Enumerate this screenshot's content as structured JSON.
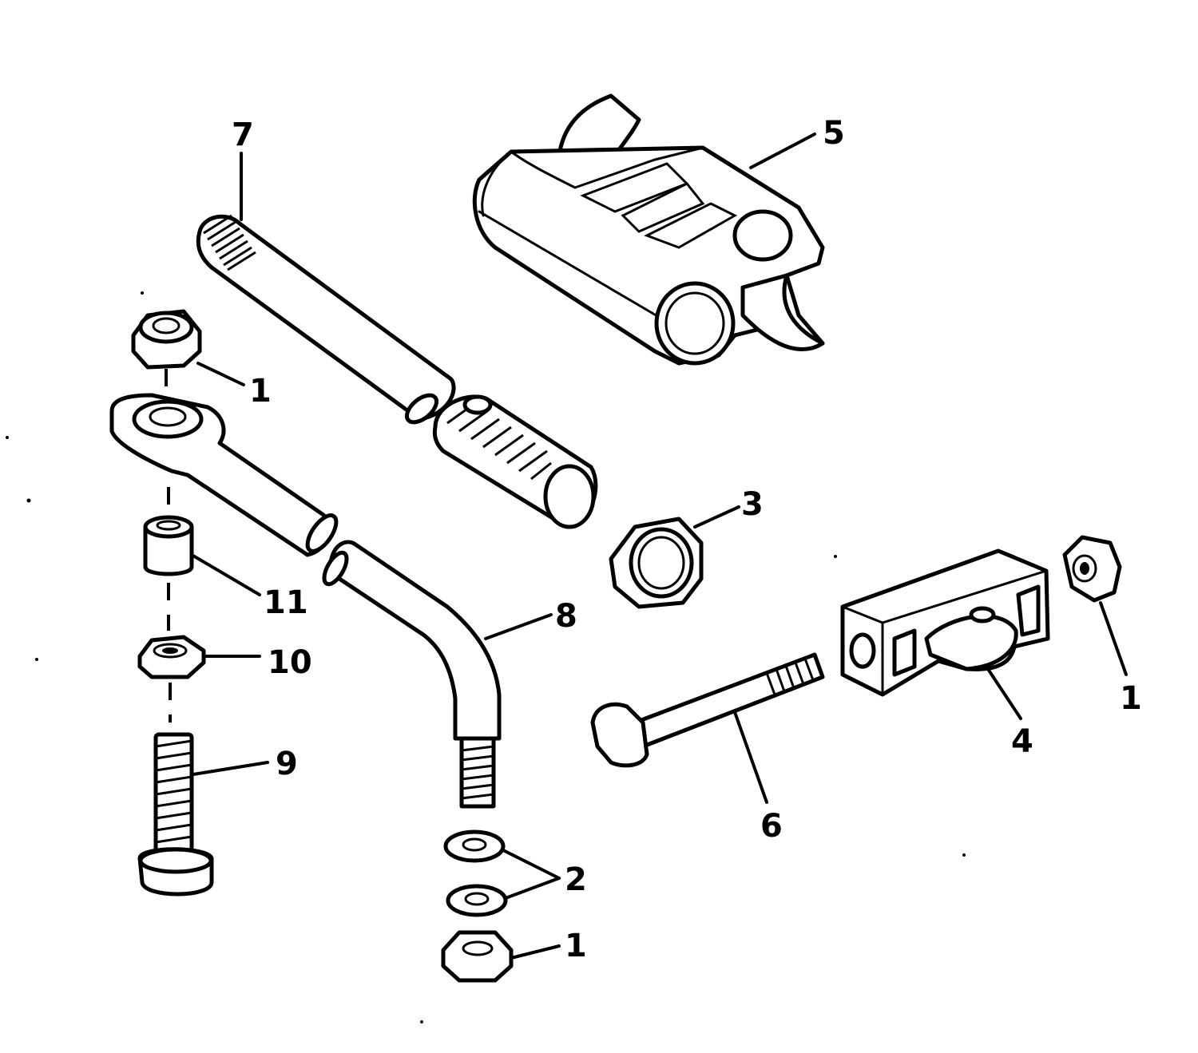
{
  "callouts": {
    "c1_top": "1",
    "c1_right": "1",
    "c1_bottom": "1",
    "c2": "2",
    "c3": "3",
    "c4": "4",
    "c5": "5",
    "c6": "6",
    "c7": "7",
    "c8": "8",
    "c9": "9",
    "c10": "10",
    "c11": "11"
  }
}
